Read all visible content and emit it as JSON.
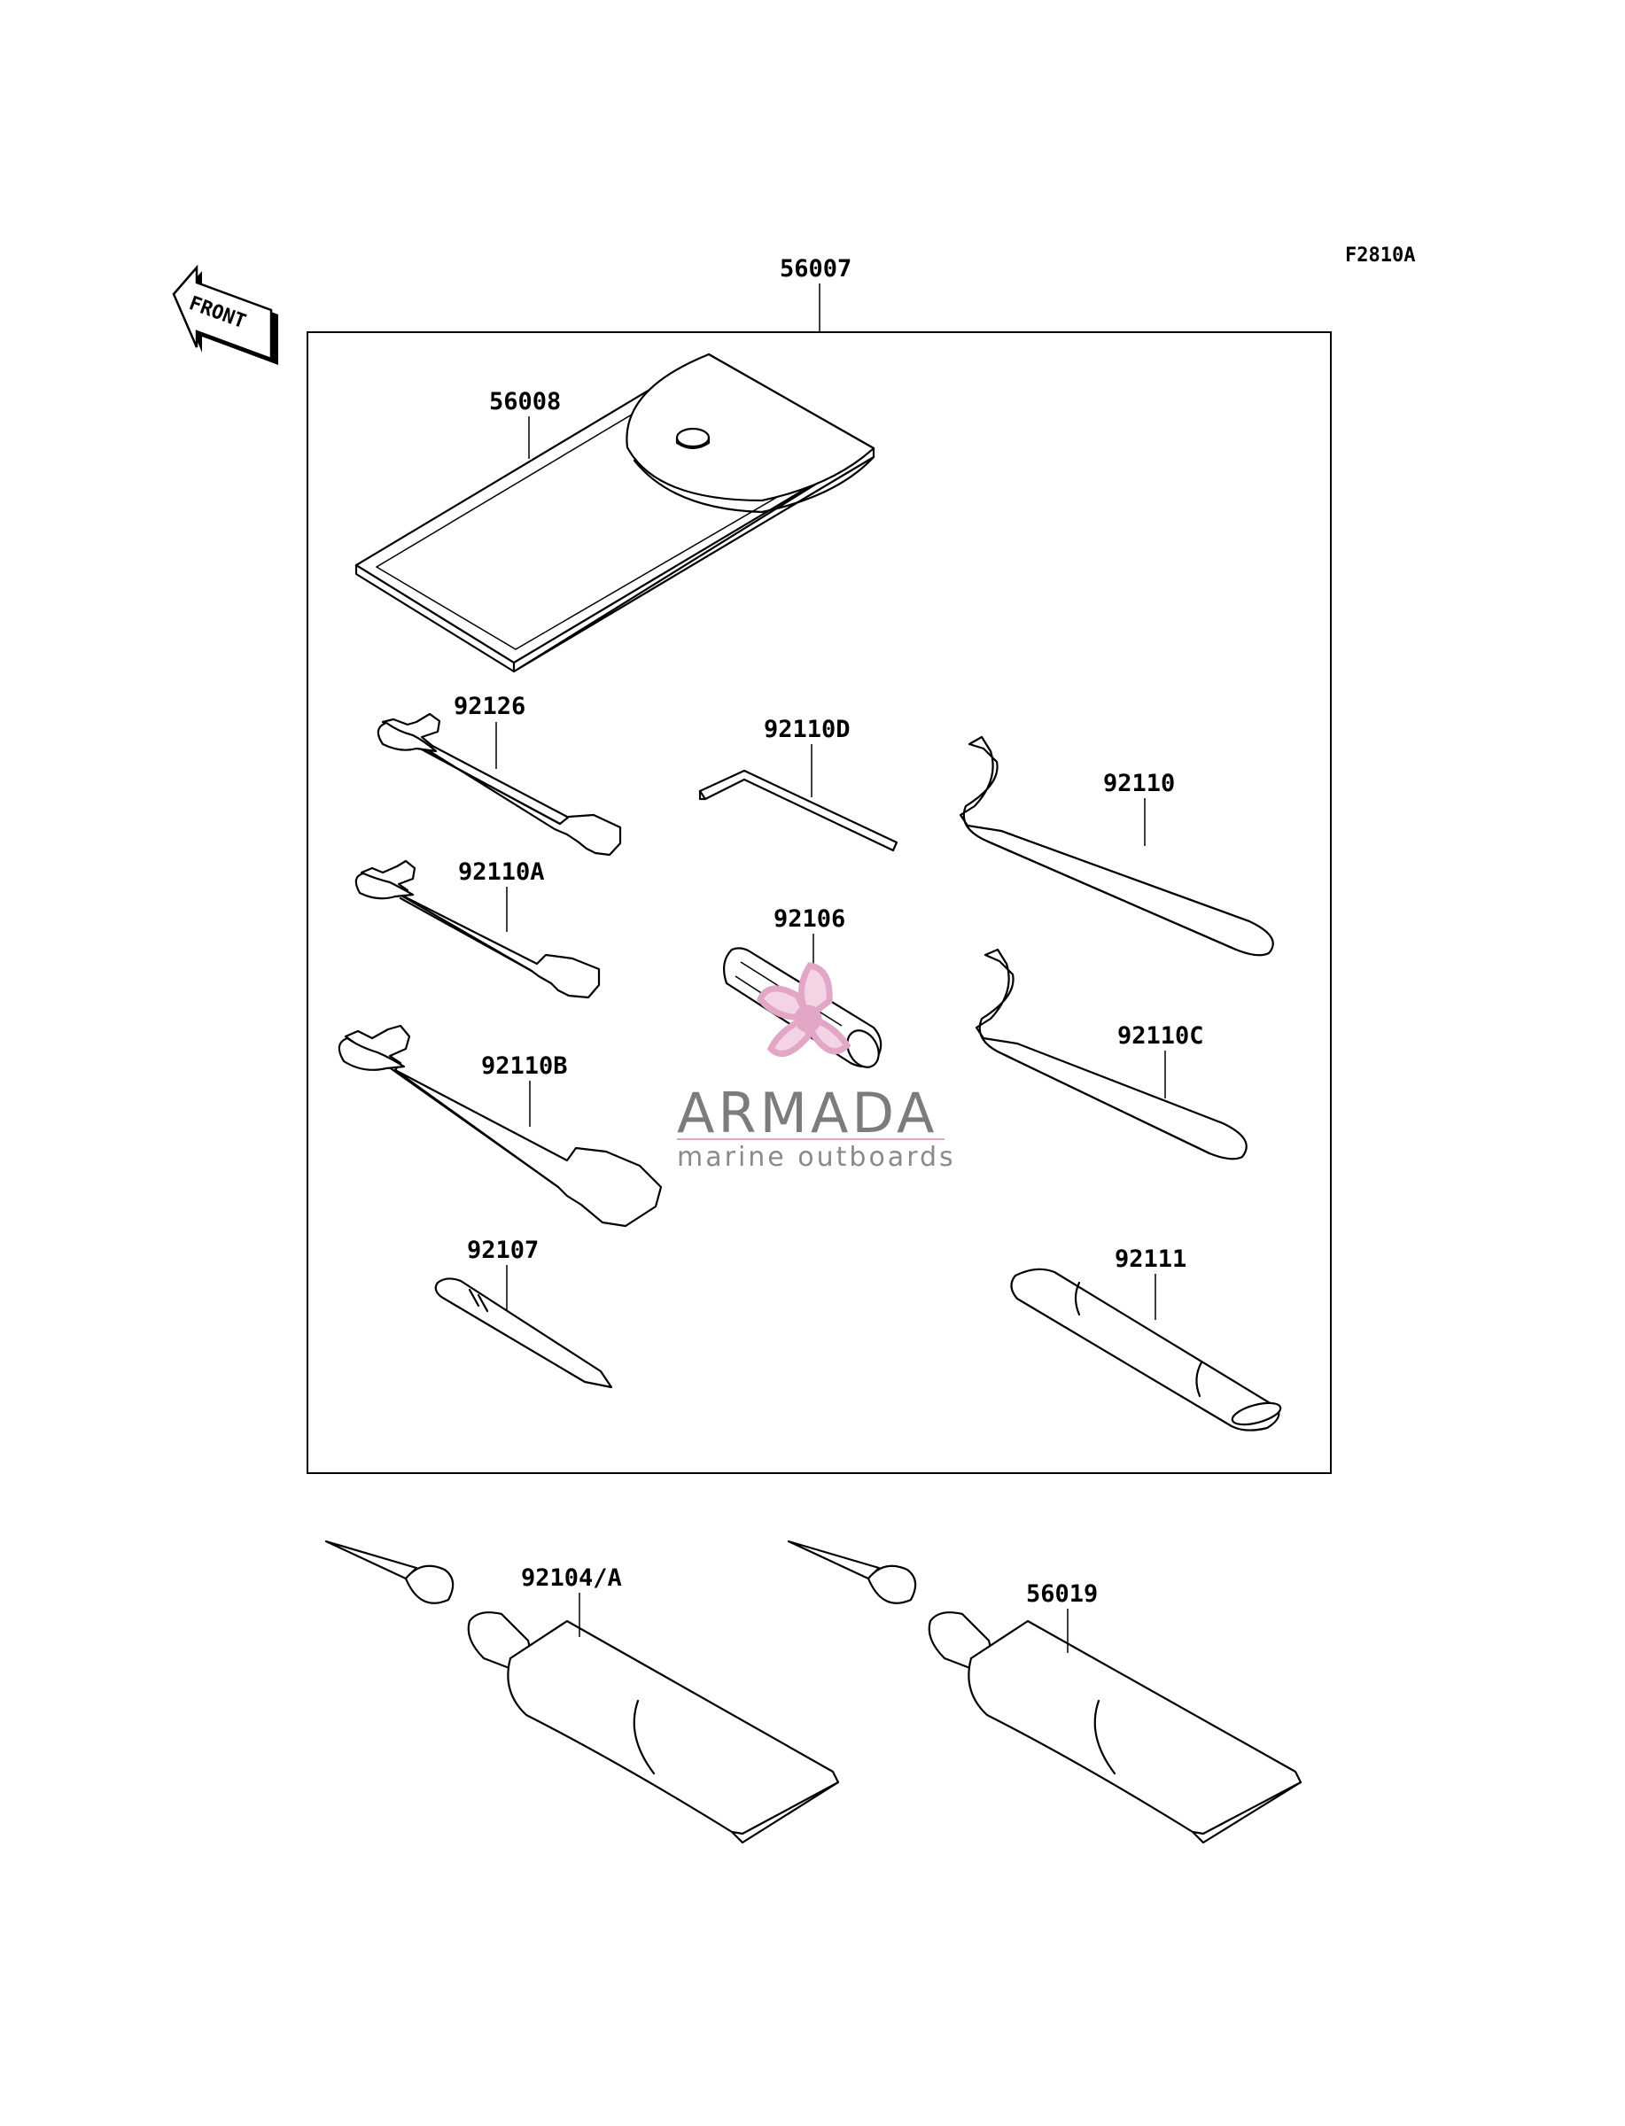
{
  "diagram": {
    "code": "F2810A",
    "front_label": "FRONT",
    "parts": {
      "p56007": "56007",
      "p56008": "56008",
      "p92126": "92126",
      "p92110D": "92110D",
      "p92110": "92110",
      "p92110A": "92110A",
      "p92106": "92106",
      "p92110B": "92110B",
      "p92110C": "92110C",
      "p92107": "92107",
      "p92111": "92111",
      "p92104A": "92104/A",
      "p56019": "56019"
    }
  },
  "watermark": {
    "brand": "ARMADA",
    "tagline": "marine outboards",
    "accent_color": "#e2a6c6"
  }
}
